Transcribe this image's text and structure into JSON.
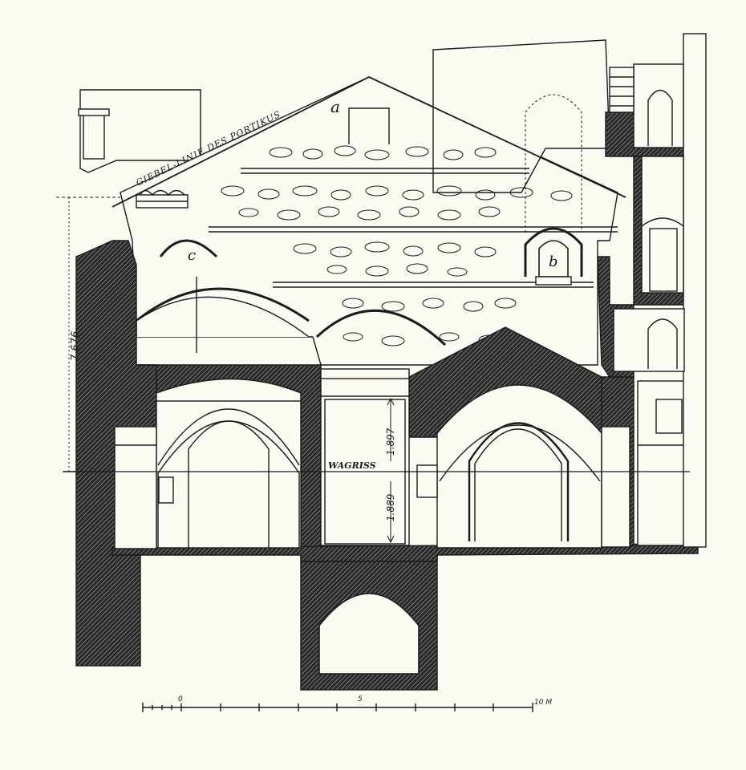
{
  "labels": {
    "gable_line": "GIEBEL-LINIE DES PORTIKUS",
    "horizontal": "WAGRISS",
    "mark_a": "a",
    "mark_b": "b",
    "mark_c": "c",
    "dim_total": "7.676",
    "dim_upper": "1.897",
    "dim_lower": "1.889"
  },
  "scale": {
    "start": "0",
    "mid": "5",
    "end": "10 M"
  },
  "colors": {
    "ink": "#1b1b1b",
    "paper": "#fbfaf3"
  }
}
